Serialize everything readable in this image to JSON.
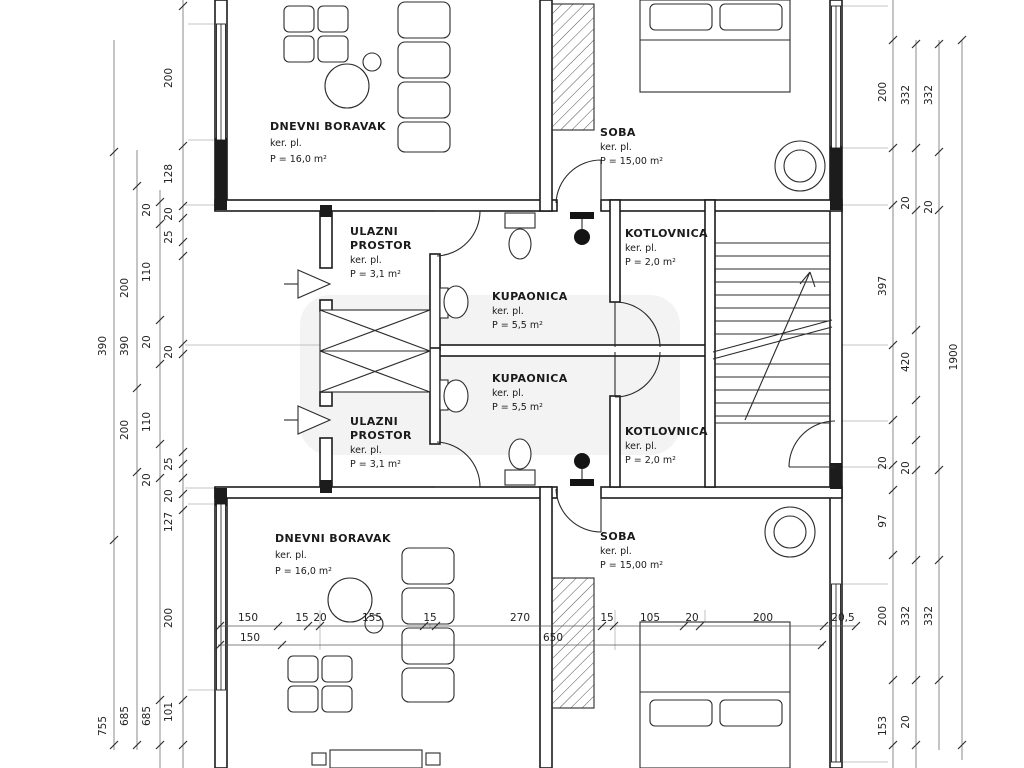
{
  "rooms": {
    "dnevni_top": {
      "name": "DNEVNI BORAVAK",
      "finish": "ker. pl.",
      "area": "P = 16,0 m²"
    },
    "soba_top": {
      "name": "SOBA",
      "finish": "ker. pl.",
      "area": "P = 15,00 m²"
    },
    "ulazni_top": {
      "line1": "ULAZNI",
      "line2": "PROSTOR",
      "finish": "ker. pl.",
      "area": "P = 3,1 m²"
    },
    "kupaonica_top": {
      "name": "KUPAONICA",
      "finish": "ker. pl.",
      "area": "P = 5,5 m²"
    },
    "kotlovnica_top": {
      "name": "KOTLOVNICA",
      "finish": "ker. pl.",
      "area": "P = 2,0 m²"
    },
    "kupaonica_bottom": {
      "name": "KUPAONICA",
      "finish": "ker. pl.",
      "area": "P = 5,5 m²"
    },
    "ulazni_bottom": {
      "line1": "ULAZNI",
      "line2": "PROSTOR",
      "finish": "ker. pl.",
      "area": "P = 3,1 m²"
    },
    "kotlovnica_bottom": {
      "name": "KOTLOVNICA",
      "finish": "ker. pl.",
      "area": "P = 2,0 m²"
    },
    "dnevni_bottom": {
      "name": "DNEVNI BORAVAK",
      "finish": "ker. pl.",
      "area": "P = 16,0 m²"
    },
    "soba_bottom": {
      "name": "SOBA",
      "finish": "ker. pl.",
      "area": "P = 15,00 m²"
    }
  },
  "dims": {
    "left": [
      "200",
      "128",
      "20",
      "20",
      "25",
      "110",
      "200",
      "390",
      "390",
      "20",
      "20",
      "110",
      "200",
      "25",
      "20",
      "20",
      "127",
      "200",
      "101",
      "685",
      "685",
      "755"
    ],
    "right": [
      "200",
      "332",
      "332",
      "20",
      "20",
      "397",
      "420",
      "1900",
      "20",
      "20",
      "97",
      "200",
      "332",
      "332",
      "153",
      "20"
    ],
    "bottom_row1": [
      "150",
      "15",
      "20",
      "155",
      "15",
      "270",
      "15",
      "105",
      "20",
      "200",
      "20,5"
    ],
    "bottom_row2": [
      "150",
      "650"
    ]
  },
  "drawing": {
    "line_color": "#1c1c1c",
    "dim_color": "#5a5a5a",
    "watermark_color": "#9a9a9a"
  }
}
